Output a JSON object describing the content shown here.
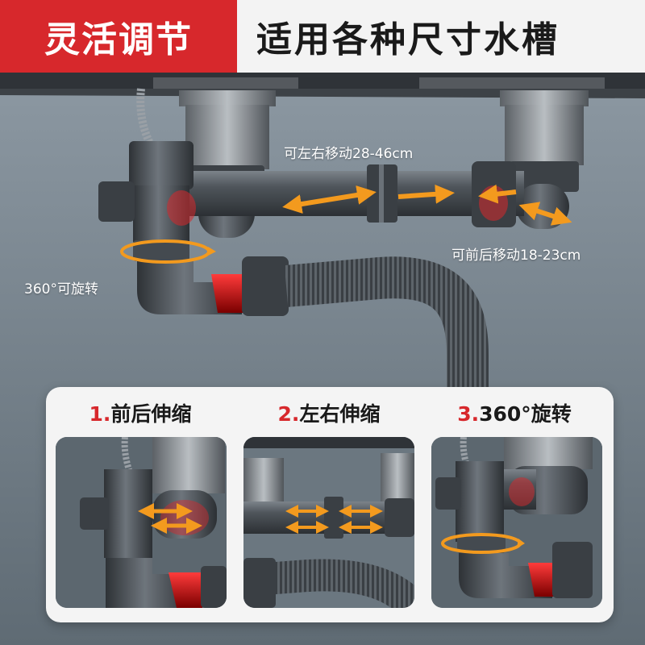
{
  "header": {
    "badge": "灵活调节",
    "headline": "适用各种尺寸水槽"
  },
  "annotations": {
    "left_right": "可左右移动28-46cm",
    "front_back": "可前后移动18-23cm",
    "rotate": "360°可旋转"
  },
  "steps": [
    {
      "num": "1.",
      "label": "前后伸缩"
    },
    {
      "num": "2.",
      "label": "左右伸缩"
    },
    {
      "num": "3.",
      "label": "360°旋转"
    }
  ],
  "colors": {
    "accent_red": "#d7282c",
    "arrow_orange": "#f39a1e",
    "pipe_gray": "#4a4f55",
    "wall_blue_gray": "#6f7c86"
  }
}
